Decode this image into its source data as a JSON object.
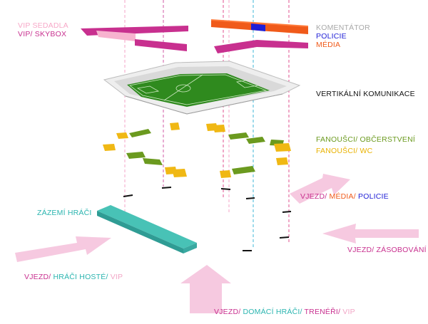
{
  "labels": {
    "vip_sedadla": "VIP SEDADLA",
    "vip_skybox": "VIP/ SKYBOX",
    "komentator": "KOMENTÁTOR",
    "policie": "POLICIE",
    "media": "MÉDIA",
    "vertikalni": "VERTIKÁLNÍ KOMUNIKACE",
    "fanousci_obc": "FANOUŠCI/ OBČERSTVENÍ",
    "fanousci_wc": "FANOUŠCI/ WC",
    "vjezd_media_a": "VJEZD/",
    "vjezd_media_b": "MÉDIA/",
    "vjezd_media_c": "POLICIE",
    "zazemi": "ZÁZEMÍ HRÁČI",
    "vjezd_zas_a": "VJEZD/",
    "vjezd_zas_b": "ZÁSOBOVÁNÍ",
    "vjezd_hosti_a": "VJEZD/",
    "vjezd_hosti_b": "HRÁČI HOSTÉ/",
    "vjezd_hosti_c": "VIP",
    "vjezd_dom_a": "VJEZD/",
    "vjezd_dom_b": "DOMÁCÍ HRÁČI/",
    "vjezd_dom_c": "TRENÉŘI/",
    "vjezd_dom_d": "VIP"
  },
  "colors": {
    "magenta": "#c8308f",
    "light_pink": "#f7b3cf",
    "orange": "#f05a1a",
    "blue": "#1f1fd6",
    "pitch_green": "#2f8a1e",
    "fan_green": "#6b9a1f",
    "wc_yellow": "#f0b814",
    "teal": "#48c2b6",
    "arrow_pink": "#f6c9e0"
  }
}
